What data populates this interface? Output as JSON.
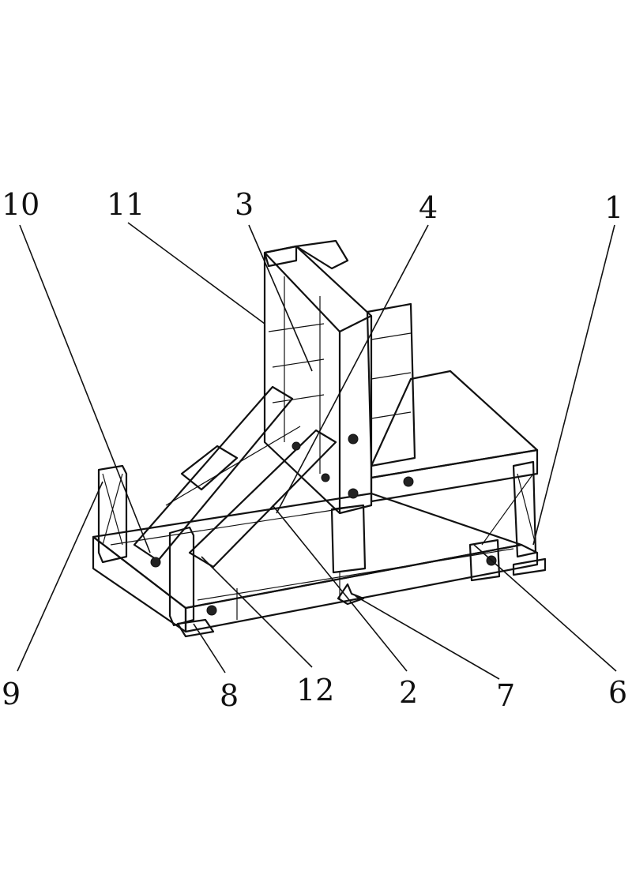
{
  "figure": {
    "type": "patent line drawing",
    "labels": [
      {
        "id": "label-10",
        "text": "10"
      },
      {
        "id": "label-11",
        "text": "11"
      },
      {
        "id": "label-3",
        "text": "3"
      },
      {
        "id": "label-4",
        "text": "4"
      },
      {
        "id": "label-1",
        "text": "1"
      },
      {
        "id": "label-9",
        "text": "9"
      },
      {
        "id": "label-8",
        "text": "8"
      },
      {
        "id": "label-12",
        "text": "12"
      },
      {
        "id": "label-2",
        "text": "2"
      },
      {
        "id": "label-7",
        "text": "7"
      },
      {
        "id": "label-6",
        "text": "6"
      }
    ]
  }
}
